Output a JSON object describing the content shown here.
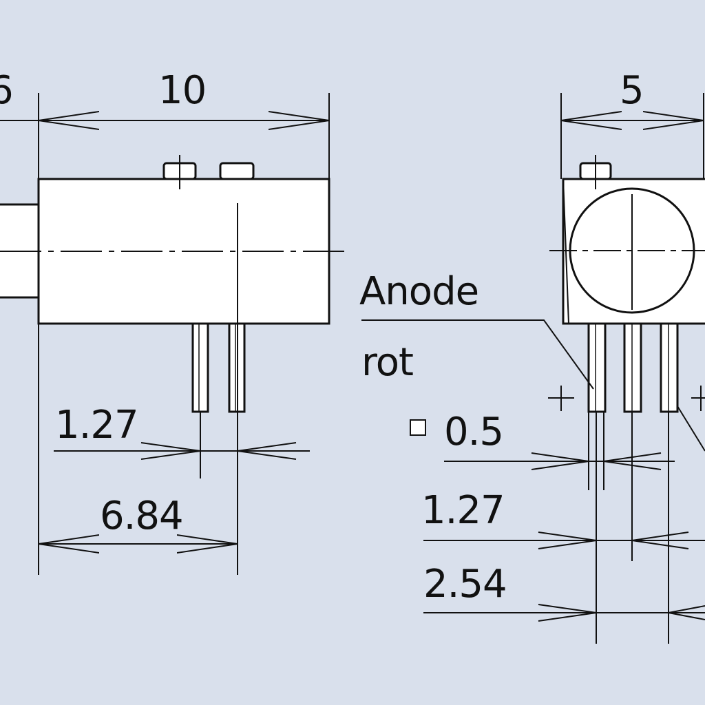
{
  "colors": {
    "background": "#d9e0ec",
    "body_fill": "#ffffff",
    "stroke": "#111111"
  },
  "dimensions": {
    "left_edge_partial": "6",
    "body_length": "10",
    "side_width": "5",
    "pin_spacing_side": "1.27",
    "pin_offset": "6.84",
    "pin_square": "0.5",
    "pin_spacing_front": "1.27",
    "pin_pitch": "2.54"
  },
  "labels": {
    "anode": "Anode",
    "anode_color": "rot"
  }
}
